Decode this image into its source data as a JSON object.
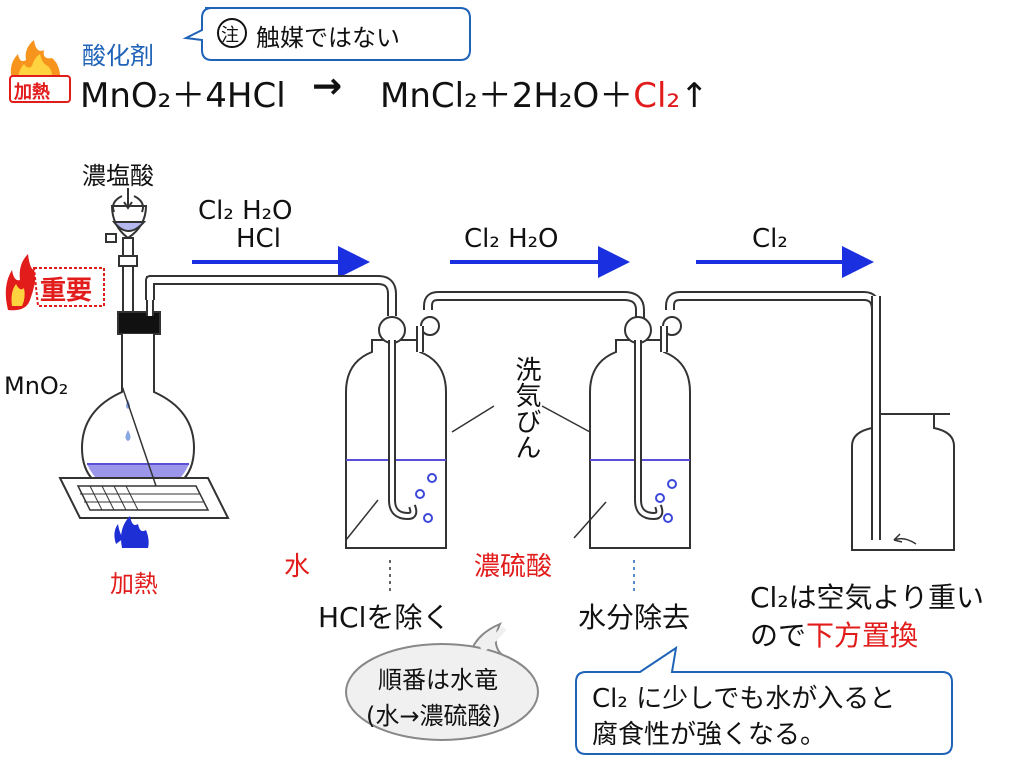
{
  "header": {
    "oxidizer_label": "酸化剤",
    "heat_badge": "加熱",
    "note_circle": "注",
    "note_text": "触媒ではない",
    "reactants": "MnO₂＋4HCl",
    "arrow": "→",
    "products_main": "MnCl₂＋2H₂O＋",
    "product_cl2": "Cl₂",
    "gas_arrow": "↑"
  },
  "apparatus": {
    "conc_hcl_label": "濃塩酸",
    "important_badge": "重要",
    "mno2_label": "MnO₂",
    "heat_label": "加熱",
    "washing_bottle_label": "洗気びん",
    "water_label": "水",
    "sulfuric_label": "濃硫酸",
    "hcl_removal_label": "HClを除く",
    "water_removal_label": "水分除去"
  },
  "flows": {
    "flow1_line1": "Cl₂  H₂O",
    "flow1_line2": "HCl",
    "flow2": "Cl₂  H₂O",
    "flow3": "Cl₂"
  },
  "notes": {
    "heavy_line1": "Cl₂は空気より重い",
    "heavy_line2_prefix": "ので",
    "heavy_line2_red": "下方置換",
    "order_line1": "順番は水竜",
    "order_line2": "(水→濃硫酸)",
    "corrosion_line1": "Cl₂  に少しでも水が入ると",
    "corrosion_line2": "腐食性が強くなる。"
  },
  "colors": {
    "red": "#e21b1b",
    "blue": "#1f63b8",
    "flow_arrow": "#1a2fe0",
    "liquid": "#5a50d8"
  }
}
